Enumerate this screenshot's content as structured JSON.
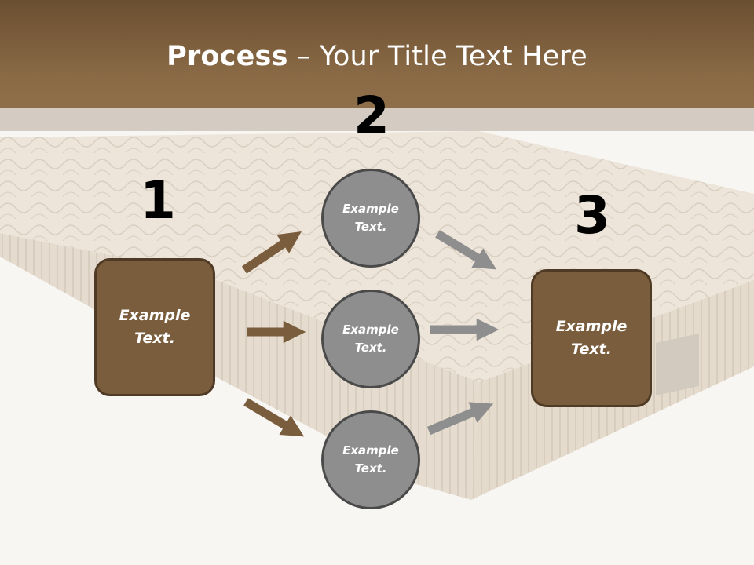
{
  "header": {
    "title_bold": "Process",
    "title_rest": " – Your Title Text Here"
  },
  "steps": {
    "step1_number": "1",
    "step2_number": "2",
    "step3_number": "3"
  },
  "nodes": {
    "left_box": {
      "line1": "Example",
      "line2": "Text."
    },
    "circle_top": {
      "line1": "Example",
      "line2": "Text."
    },
    "circle_middle": {
      "line1": "Example",
      "line2": "Text."
    },
    "circle_bottom": {
      "line1": "Example",
      "line2": "Text."
    },
    "right_box": {
      "line1": "Example",
      "line2": "Text."
    }
  },
  "colors": {
    "header_brown": "#8a6a46",
    "box_fill": "#7a5d3c",
    "circle_fill": "#8e8e8e",
    "arrow_brown": "#7a5d3c",
    "arrow_gray": "#8e8e8e"
  }
}
